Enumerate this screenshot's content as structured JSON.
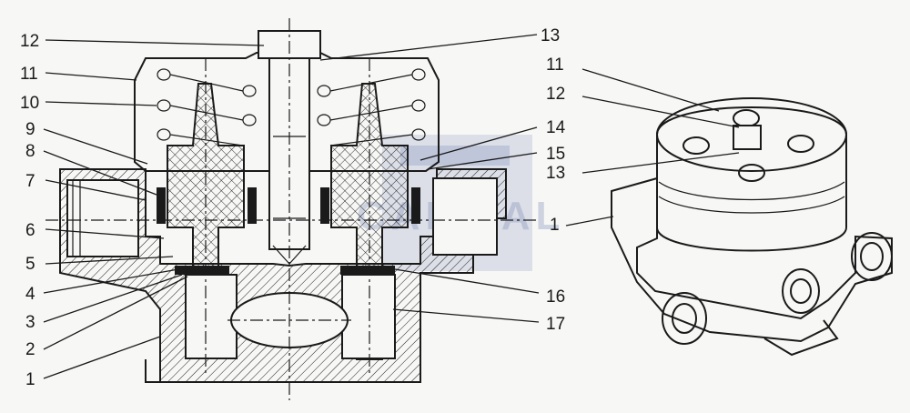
{
  "callouts_left": [
    "12",
    "11",
    "10",
    "9",
    "8",
    "7",
    "6",
    "5",
    "4",
    "3",
    "2",
    "1"
  ],
  "callouts_right_section": [
    "13",
    "14",
    "15",
    "16",
    "17"
  ],
  "callouts_external": [
    "11",
    "12",
    "13",
    "1"
  ],
  "watermark": {
    "text": "CAPITAL",
    "color": "#7f8fb8"
  },
  "colors": {
    "ink": "#1a1a1a",
    "background": "#f7f7f5",
    "hatch": "#1a1a1a"
  }
}
